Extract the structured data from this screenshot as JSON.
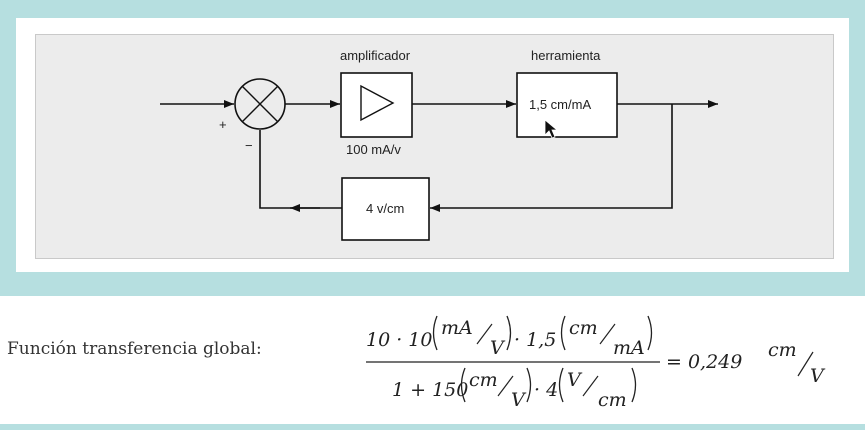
{
  "diagram": {
    "amplifier_title": "amplificador",
    "amplifier_gain": "100 mA/v",
    "tool_title": "herramienta",
    "tool_gain": "1,5 cm/mA",
    "feedback_gain": "4 v/cm",
    "plus_sign": "+",
    "minus_sign": "−"
  },
  "formula": {
    "label": "Función transferencia global:",
    "num_a": "10 · 10",
    "num_a_unit_top": "mA",
    "num_a_unit_bottom": "V",
    "num_mid": "· 1,5",
    "num_b_unit_top": "cm",
    "num_b_unit_bottom": "mA",
    "den_a": "1 + 150",
    "den_a_unit_top": "cm",
    "den_a_unit_bottom": "V",
    "den_mid": "· 4",
    "den_b_unit_top": "V",
    "den_b_unit_bottom": "cm",
    "result": "= 0,249",
    "result_unit_top": "cm",
    "result_unit_bottom": "V"
  },
  "colors": {
    "band": "#b6dfe0",
    "diagram_bg": "#ececec"
  }
}
